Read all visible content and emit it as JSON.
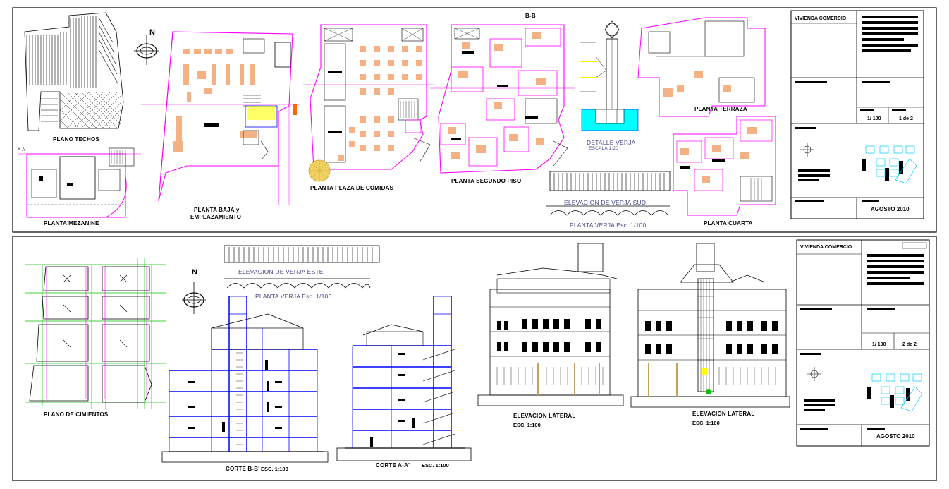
{
  "colors": {
    "wall": "#ff00ff",
    "line": "#000000",
    "furniture": "#f4b183",
    "grid": "#00c000",
    "section": "#0000ff",
    "detail": "#00ffff",
    "highlight": "#ffff00"
  },
  "sheet1": {
    "labels": {
      "plano_techos": "PLANO TECHOS",
      "planta_mezanine": "PLANTA MEZANINE",
      "planta_baja": "PLANTA BAJA y",
      "emplazamiento": "EMPLAZAMIENTO",
      "plaza_comidas": "PLANTA  PLAZA DE COMIDAS",
      "segundo_piso": "PLANTA  SEGUNDO PISO",
      "detalle_verja": "DETALLE VERJA",
      "escala_detalle": "ESCALA 1:20",
      "elevacion_verja_sud": "ELEVACION DE VERJA SUD",
      "planta_verja": "PLANTA VERJA Esc. 1/100",
      "planta_terraza": "PLANTA TERRAZA",
      "planta_cuarta": "PLANTA  CUARTA",
      "north": "N",
      "section_bb": "B-B",
      "section_a": "A-A"
    },
    "titleblock": {
      "project": "VIVIENDA COMERCIO",
      "scale": "1/ 100",
      "sheet": "1 de 2",
      "date": "AGOSTO 2010"
    }
  },
  "sheet2": {
    "labels": {
      "plano_cimientos": "PLANO DE CIMIENTOS",
      "elevacion_verja_este": "ELEVACION DE VERJA ESTE",
      "planta_verja": "PLANTA VERJA Esc. 1/100",
      "corte_bb": "CORTE B-B'",
      "corte_aa": "CORTE A-A'",
      "esc": "ESC. 1:100",
      "elevacion_lateral_1": "ELEVACION LATERAL",
      "elevacion_lateral_2": "ELEVACION LATERAL",
      "north": "N"
    },
    "titleblock": {
      "project": "VIVIENDA COMERCIO",
      "scale": "1/ 100",
      "sheet": "2 de 2",
      "date": "AGOSTO 2010"
    }
  }
}
